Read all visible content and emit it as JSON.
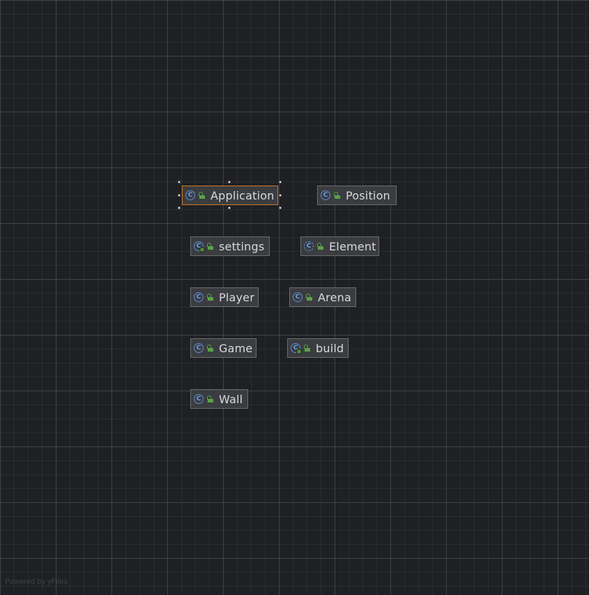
{
  "diagram": {
    "nodes": [
      {
        "id": "application",
        "label": "Application",
        "kind": "class",
        "visibility": "public",
        "selected": true
      },
      {
        "id": "position",
        "label": "Position",
        "kind": "class",
        "visibility": "public",
        "selected": false
      },
      {
        "id": "settings",
        "label": "settings",
        "kind": "config-class",
        "visibility": "public",
        "selected": false
      },
      {
        "id": "element",
        "label": "Element",
        "kind": "abstract-class",
        "visibility": "public",
        "selected": false
      },
      {
        "id": "player",
        "label": "Player",
        "kind": "class",
        "visibility": "public",
        "selected": false
      },
      {
        "id": "arena",
        "label": "Arena",
        "kind": "class",
        "visibility": "public",
        "selected": false
      },
      {
        "id": "game",
        "label": "Game",
        "kind": "class",
        "visibility": "public",
        "selected": false
      },
      {
        "id": "build",
        "label": "build",
        "kind": "config-class",
        "visibility": "public",
        "selected": false
      },
      {
        "id": "wall",
        "label": "Wall",
        "kind": "class",
        "visibility": "public",
        "selected": false
      }
    ],
    "icons": {
      "class": "class-c-icon",
      "visibility": "public-lock-icon"
    },
    "colors": {
      "background": "#1f2023",
      "node_fill": "#3b3c40",
      "node_border": "#6b6d72",
      "selection": "#d07a22",
      "class_icon": "#5a8fd8",
      "visibility_icon": "#5aa14a"
    }
  },
  "watermark": "Powered by yFiles"
}
